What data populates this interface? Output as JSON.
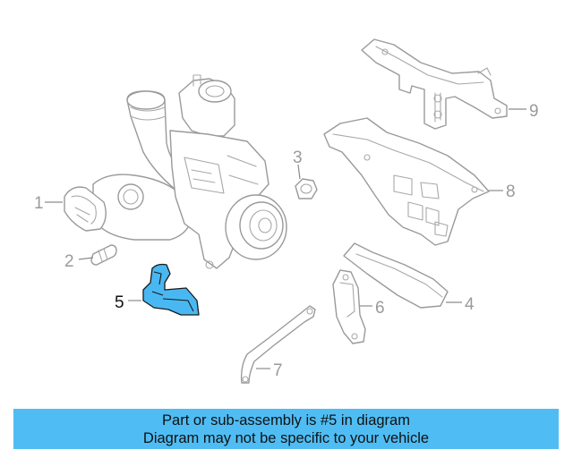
{
  "diagram": {
    "callouts": {
      "c1": "1",
      "c2": "2",
      "c3": "3",
      "c4": "4",
      "c5": "5",
      "c6": "6",
      "c7": "7",
      "c8": "8",
      "c9": "9"
    },
    "highlighted_part": "5",
    "highlight_color": "#49b8f2"
  },
  "banner": {
    "line1": "Part or sub-assembly is #5 in diagram",
    "line2": "Diagram may not be specific to your vehicle",
    "background": "#4fbdf4"
  }
}
